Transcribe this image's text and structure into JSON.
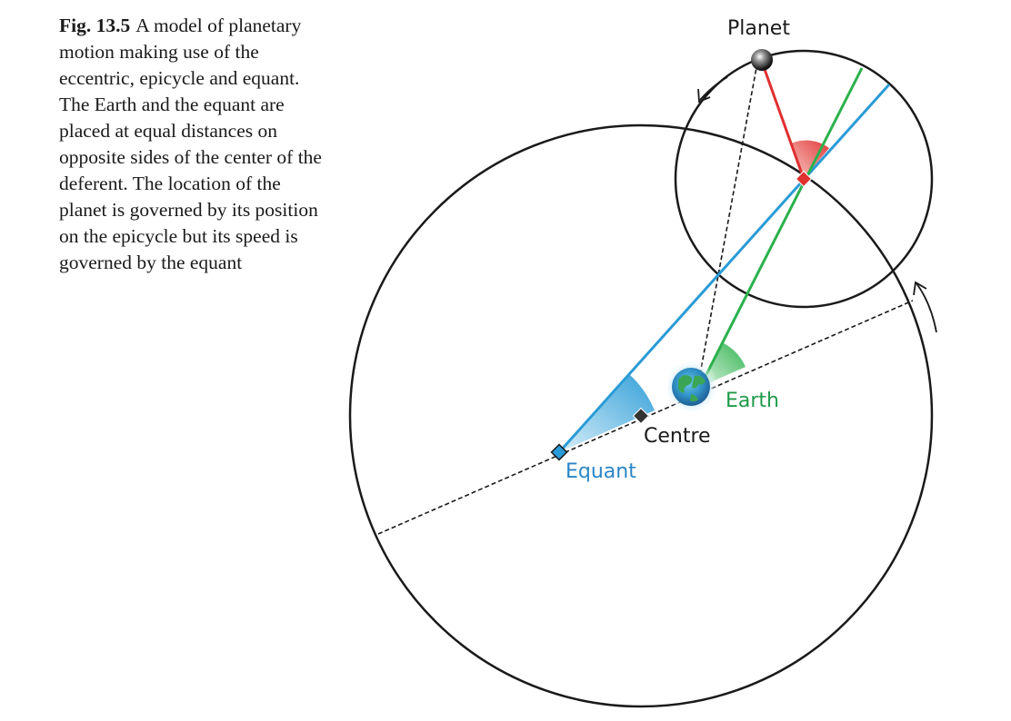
{
  "caption": {
    "label": "Fig. 13.5",
    "text": "A model of planetary motion making use of the eccentric, epicycle and equant. The Earth and the equant are placed at equal distances on opposite sides of the center of the deferent. The location of the planet is governed by its position on the epicycle but its speed is governed by the equant"
  },
  "labels": {
    "planet": "Planet",
    "earth": "Earth",
    "centre": "Centre",
    "equant": "Equant"
  },
  "colors": {
    "equant_line": "#2a9bd6",
    "earth_line": "#2bb14b",
    "planet_line": "#e03030",
    "earth_label": "#1f9a4a",
    "equant_label": "#2a86c6",
    "circle": "#1a1a1a"
  }
}
